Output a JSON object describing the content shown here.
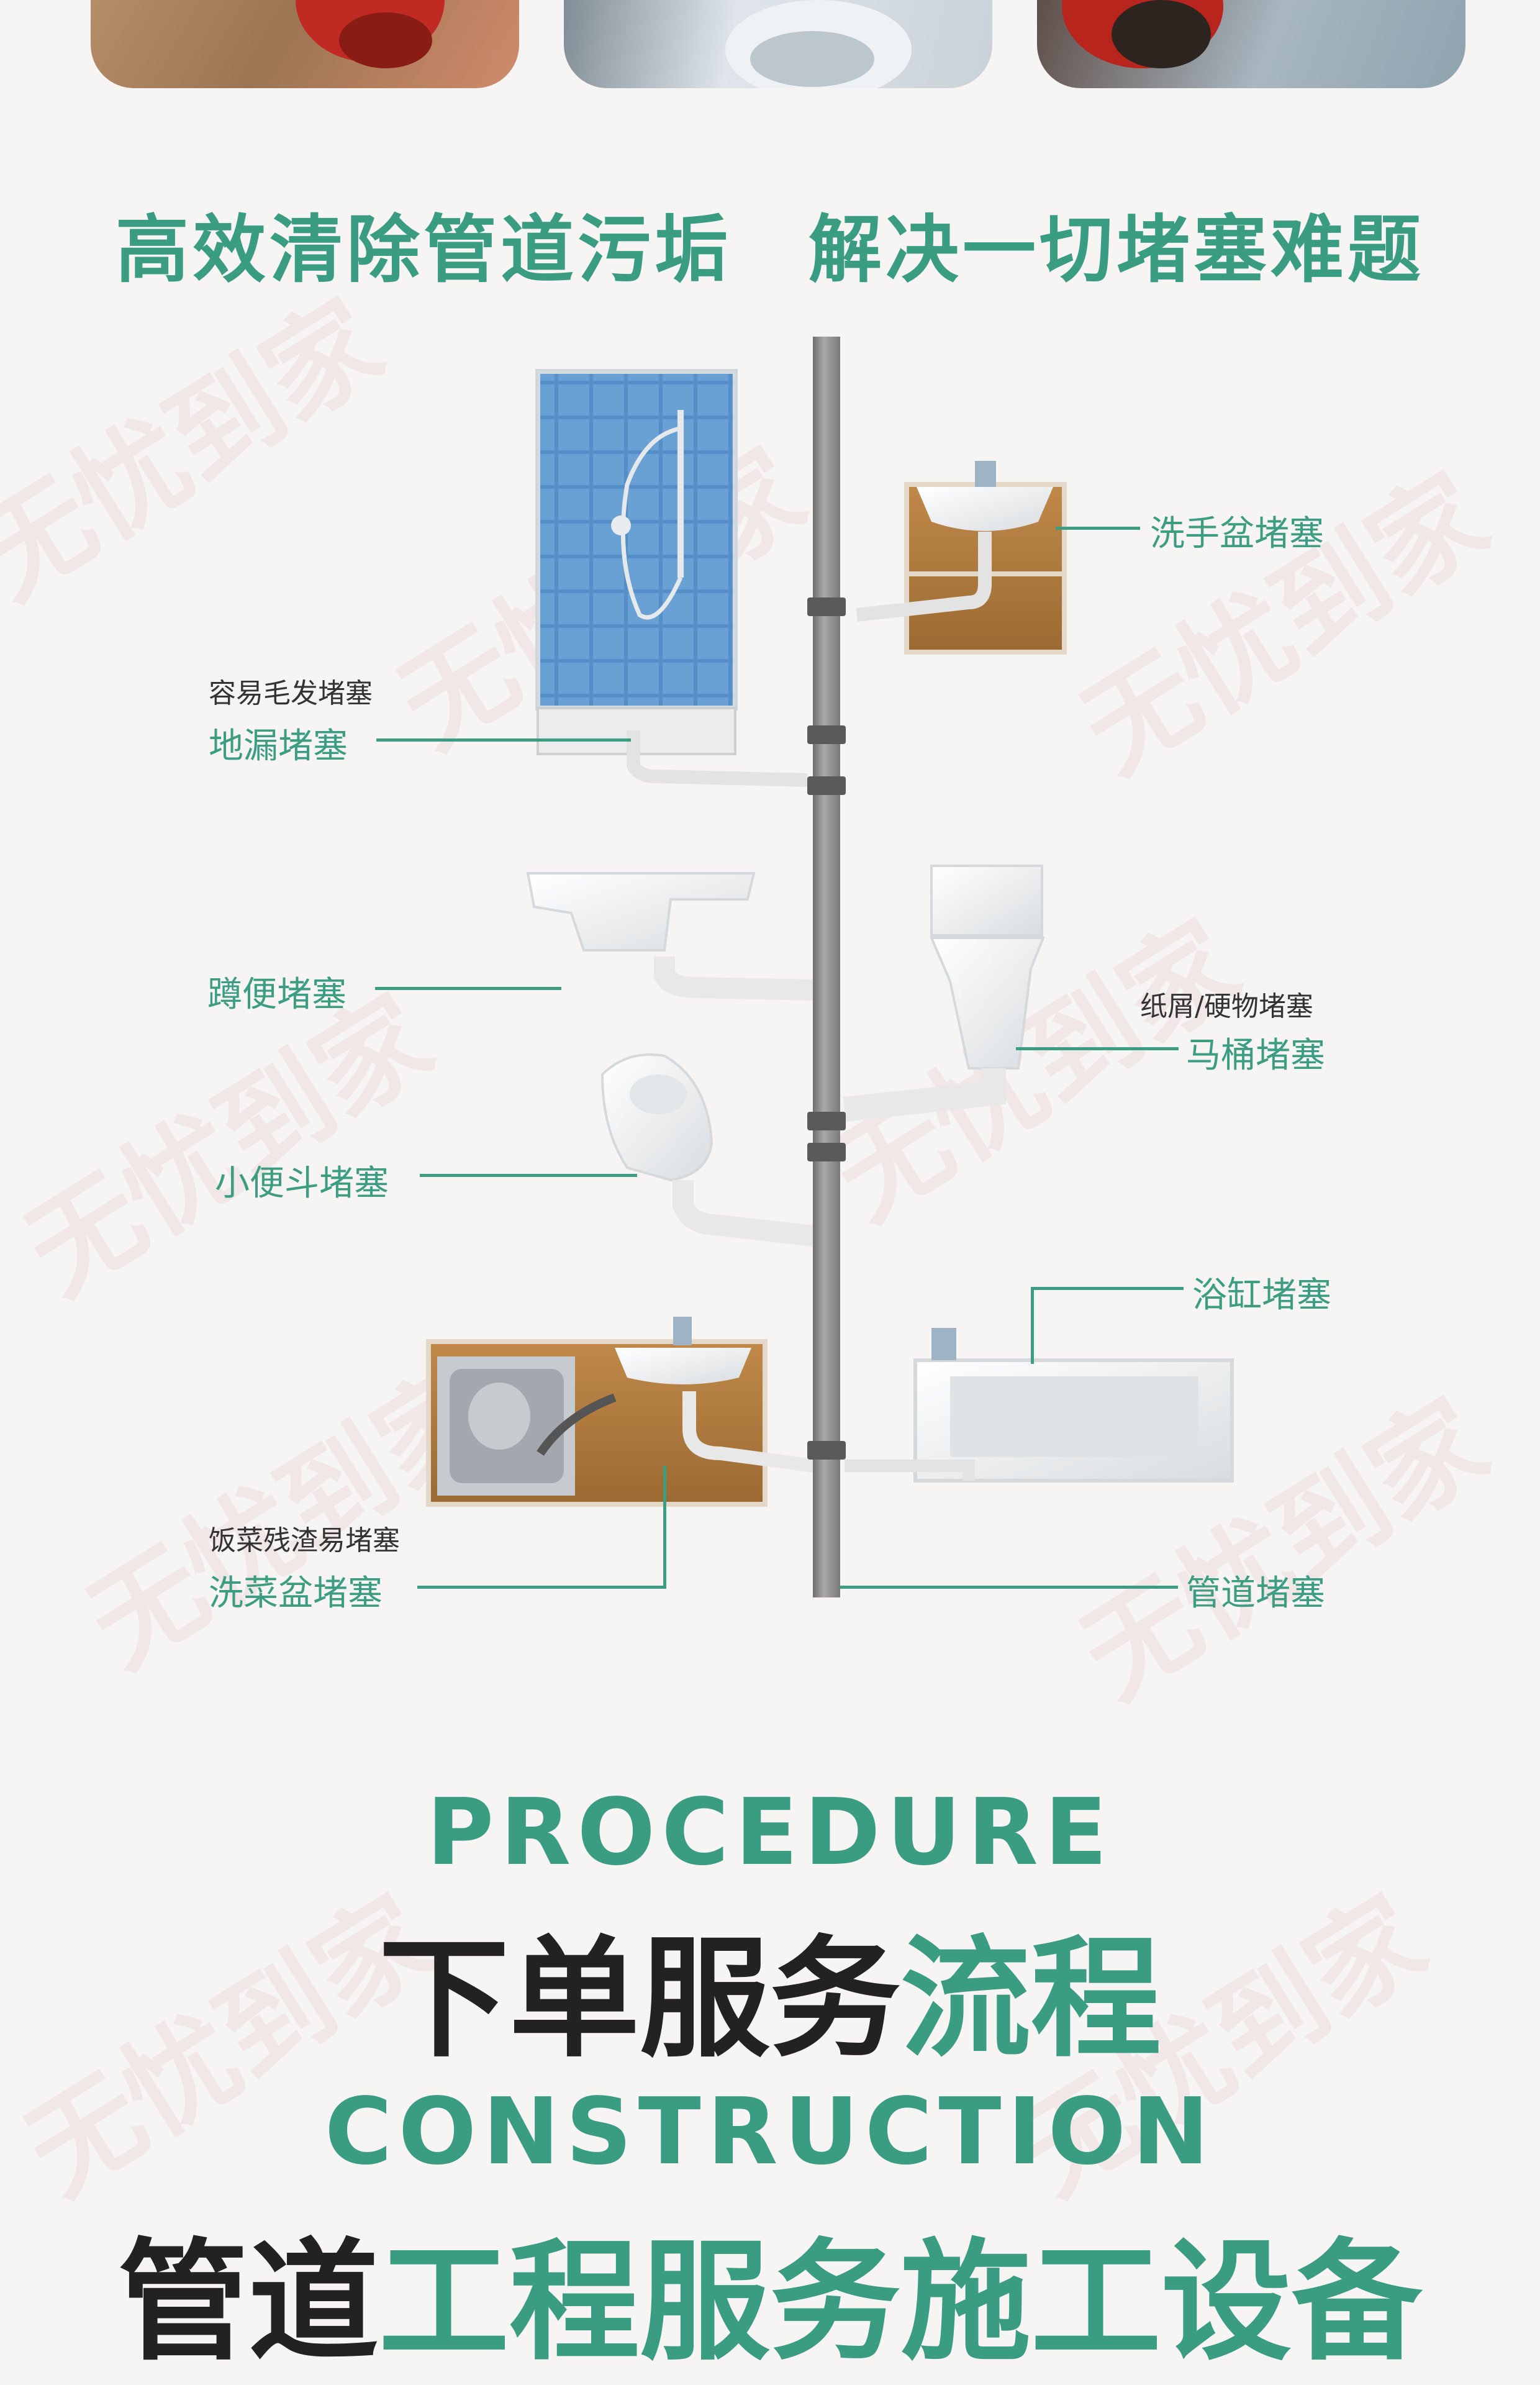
{
  "headline": "高效清除管道污垢　解决一切堵塞难题",
  "watermark": "无忧到家",
  "labels": {
    "shower_note": "容易毛发堵塞",
    "floor_drain": "地漏堵塞",
    "washbasin": "洗手盆堵塞",
    "squat_toilet": "蹲便堵塞",
    "toilet_note": "纸屑/硬物堵塞",
    "toilet": "马桶堵塞",
    "urinal": "小便斗堵塞",
    "bathtub": "浴缸堵塞",
    "kitchen_note": "饭菜残渣易堵塞",
    "kitchen_sink": "洗菜盆堵塞",
    "pipe": "管道堵塞"
  },
  "procedure": {
    "en": "PROCEDURE",
    "zh_dark": "下单服务",
    "zh_green": "流程"
  },
  "construction": {
    "en": "CONSTRUCTION",
    "zh_dark": "管道",
    "zh_green": "工程服务施工设备"
  },
  "colors": {
    "accent": "#3a9c80",
    "text_dark": "#222222",
    "background": "#f7f5f4"
  }
}
